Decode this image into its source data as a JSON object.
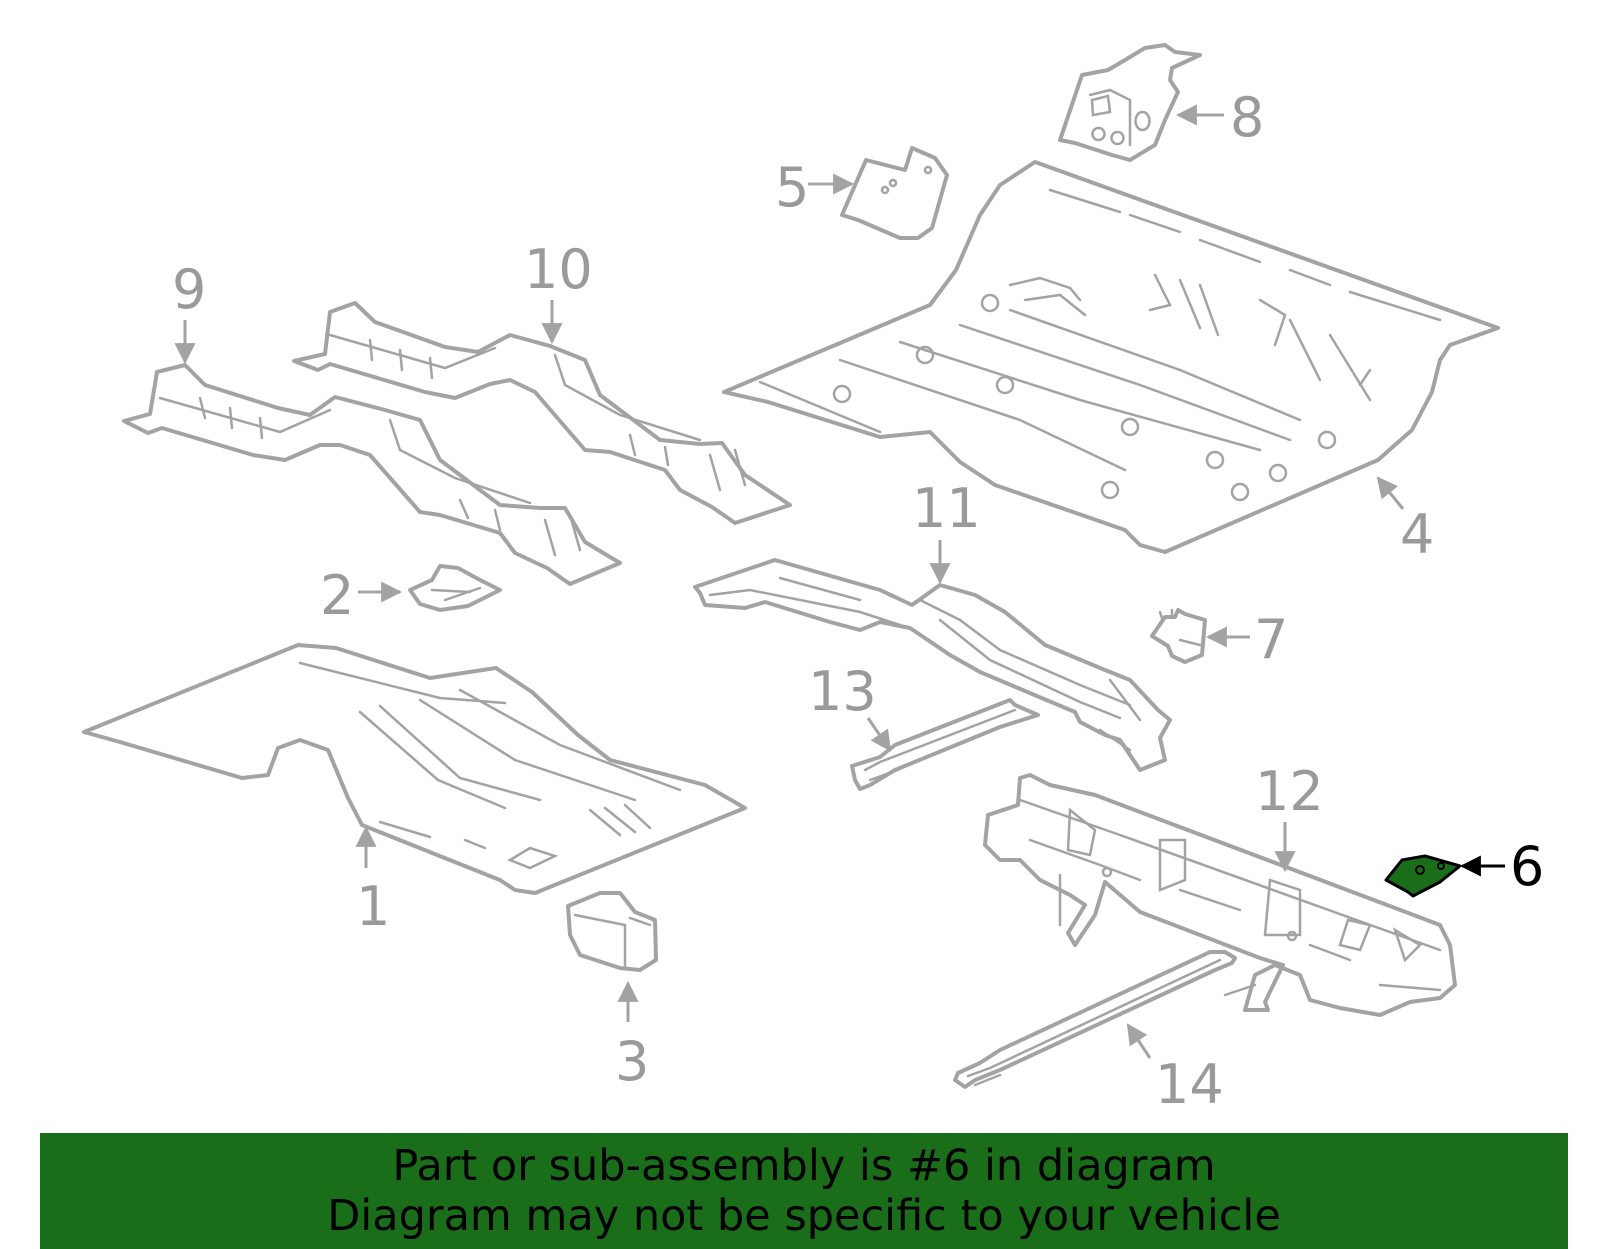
{
  "highlight_color": "#1a6e1a",
  "highlighted_part": "6",
  "callouts": [
    "1",
    "2",
    "3",
    "4",
    "5",
    "6",
    "7",
    "8",
    "9",
    "10",
    "11",
    "12",
    "13",
    "14"
  ],
  "banner": {
    "line1": "Part or sub-assembly is #6 in diagram",
    "line2": "Diagram may not be specific to your vehicle"
  }
}
